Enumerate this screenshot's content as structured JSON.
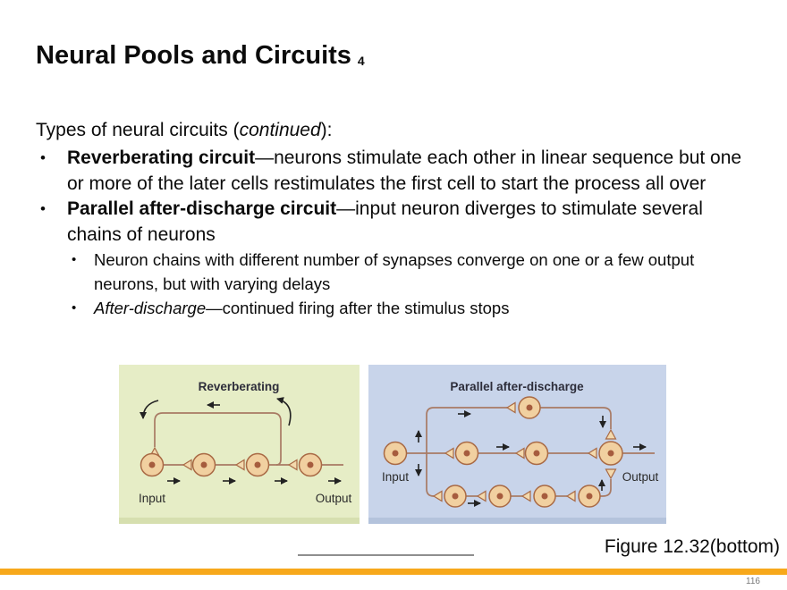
{
  "colors": {
    "accent-bar": "#F7A81B",
    "fig-green-bg": "#E6EDC6",
    "fig-green-edge": "#D6DFAF",
    "fig-blue-bg": "#C8D4EA",
    "fig-blue-edge": "#B4C3DC",
    "neuron-fill": "#F1D0A0",
    "neuron-stroke": "#A96A45",
    "neuron-dot": "#A65C3E",
    "axon": "#A87A64",
    "synapse-fill": "#F3D9AD",
    "arrow-black": "#222222",
    "fig-title": "#2D2D3A",
    "fig-label": "#2B2B2B"
  },
  "header": {
    "title": "Neural Pools and Circuits",
    "title_index": "4"
  },
  "body": {
    "bullet_glyph": "•",
    "intro": {
      "pre": "Types of neural circuits (",
      "italic": "continued",
      "post": "):"
    },
    "bullet1": {
      "bold": "Reverberating circuit",
      "rest": "—neurons stimulate each other in linear sequence but one or more of the later cells restimulates the first cell to start the process all over"
    },
    "bullet2": {
      "bold": "Parallel after-discharge circuit",
      "rest": "—input neuron diverges to stimulate several chains of neurons"
    },
    "sub1": {
      "text": "Neuron chains with different number of synapses converge on one or a few output neurons, but with varying delays"
    },
    "sub2": {
      "italic": "After-discharge",
      "rest": "—continued firing after the stimulus stops"
    }
  },
  "figures": {
    "reverberating": {
      "title": "Reverberating",
      "input": "Input",
      "output": "Output"
    },
    "parallel": {
      "title": "Parallel after-discharge",
      "input": "Input",
      "output": "Output"
    }
  },
  "footer": {
    "caption": "Figure 12.32(bottom)",
    "page": "116"
  }
}
